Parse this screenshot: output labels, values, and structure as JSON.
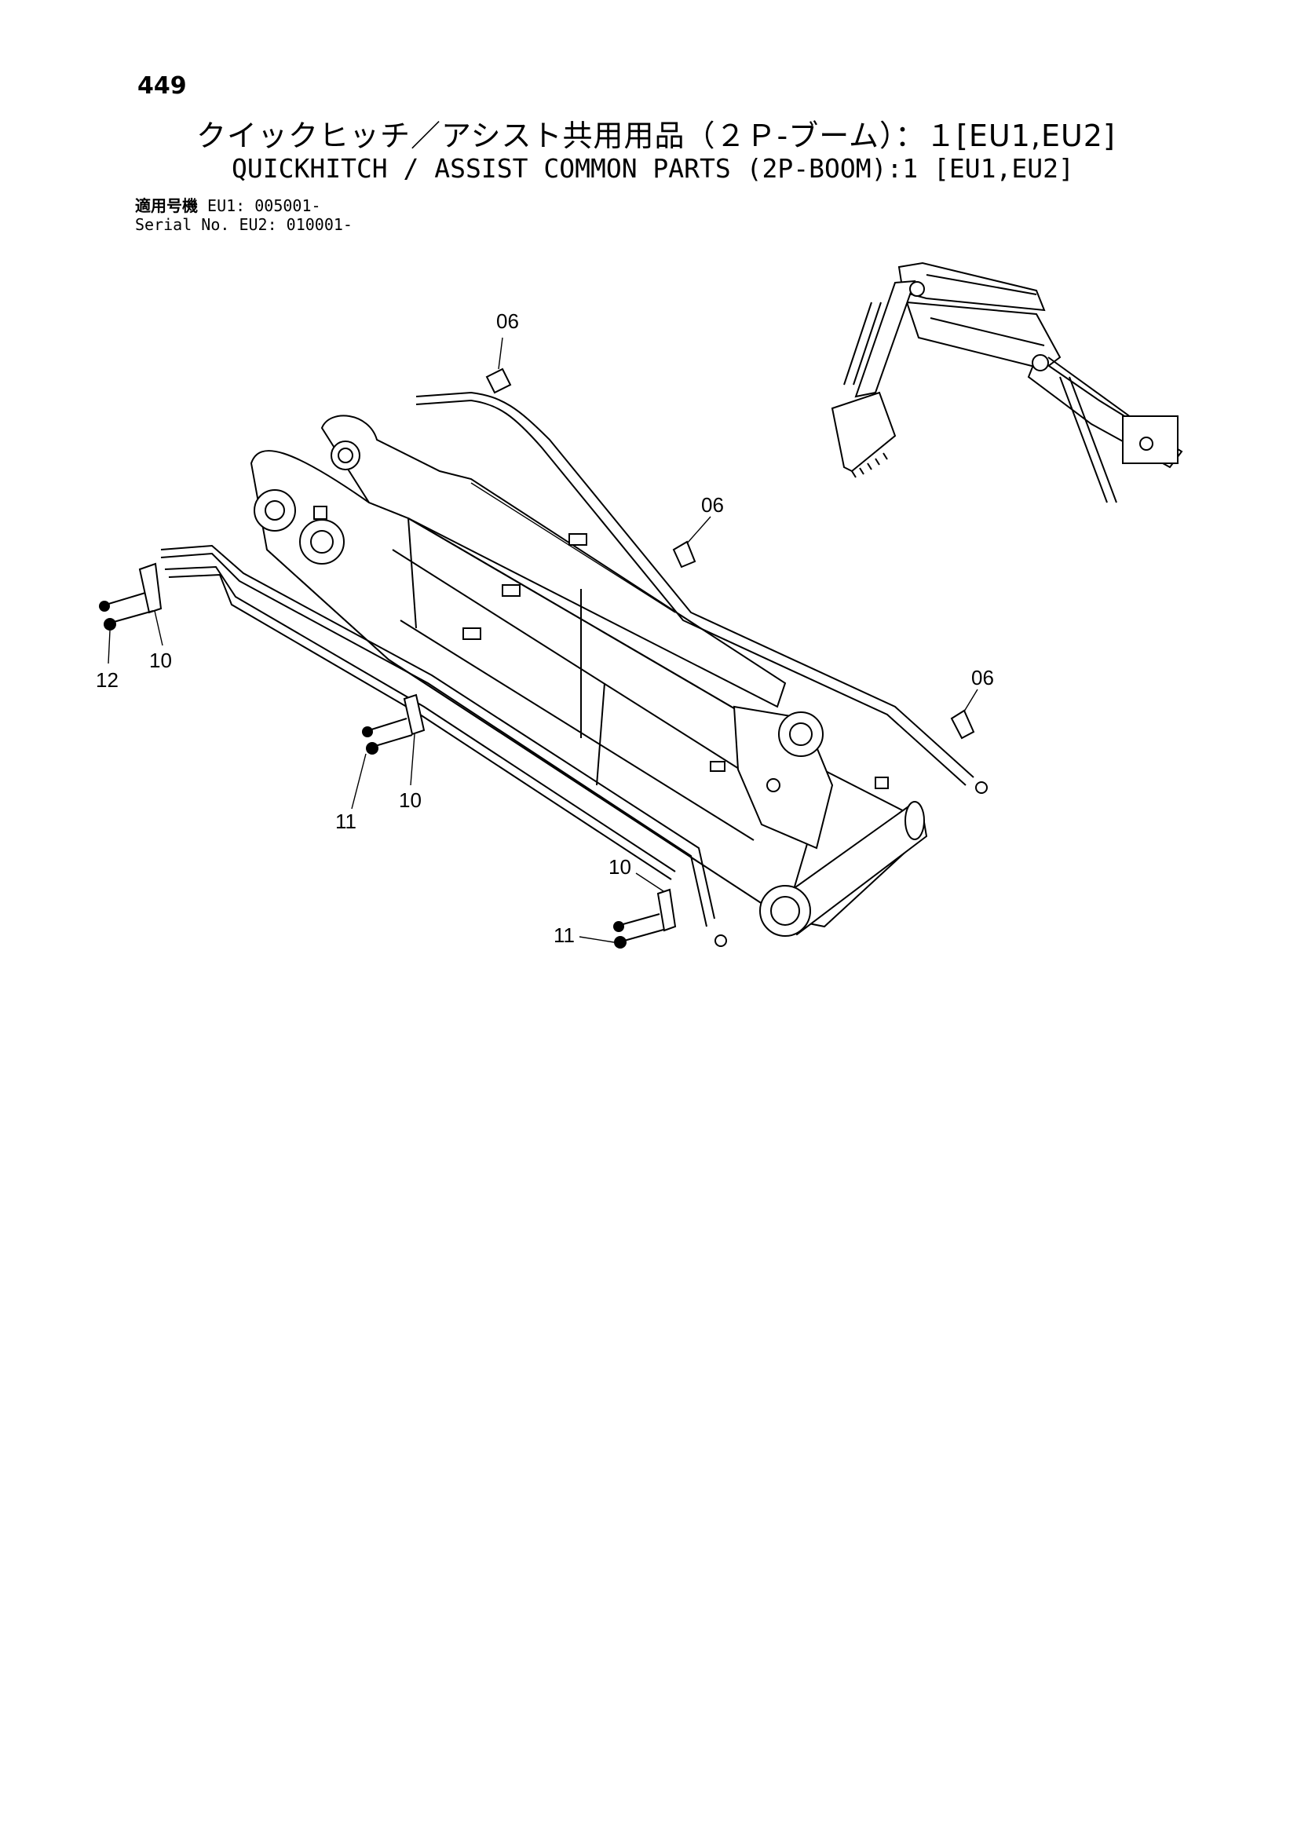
{
  "header": {
    "page_number": "449",
    "title_jp": "クイックヒッチ／アシスト共用用品（２Ｐ-ブーム）：１[EU1,EU2]",
    "title_en": "QUICKHITCH / ASSIST COMMON PARTS (2P-BOOM):1 [EU1,EU2]",
    "serial_label_jp": "適用号機",
    "serial_label_en": "Serial No.",
    "serial_eu1": "EU1: 005001-",
    "serial_eu2": "EU2: 010001-"
  },
  "callouts": {
    "c06_top": "06",
    "c06_mid": "06",
    "c06_right": "06",
    "c10_left": "10",
    "c12": "12",
    "c10_center": "10",
    "c11_center": "11",
    "c10_bottom": "10",
    "c11_bottom": "11"
  }
}
